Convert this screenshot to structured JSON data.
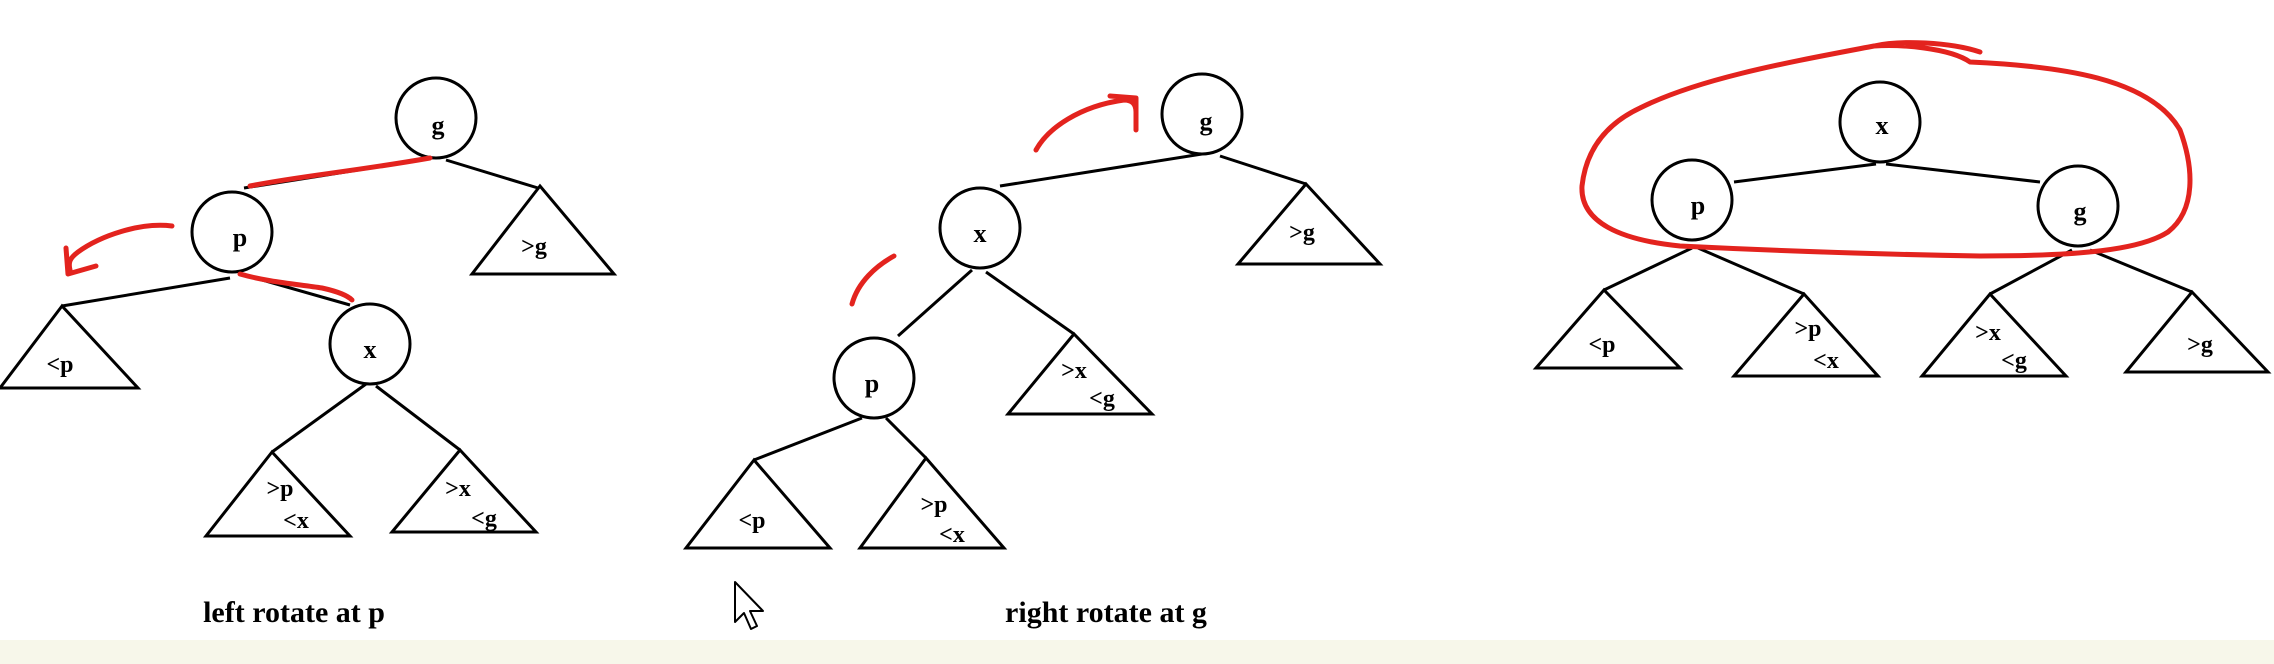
{
  "diagrams": {
    "left": {
      "caption": "left rotate at p",
      "nodes": {
        "g": "g",
        "p": "p",
        "x": "x"
      },
      "subtrees": {
        "t1": [
          "<p"
        ],
        "t2": [
          ">p",
          "<x"
        ],
        "t3": [
          ">x",
          "<g"
        ],
        "t4": [
          ">g"
        ]
      }
    },
    "middle": {
      "caption": "right rotate at g",
      "nodes": {
        "g": "g",
        "x": "x",
        "p": "p"
      },
      "subtrees": {
        "t1": [
          "<p"
        ],
        "t2": [
          ">p",
          "<x"
        ],
        "t3": [
          ">x",
          "<g"
        ],
        "t4": [
          ">g"
        ]
      }
    },
    "right": {
      "nodes": {
        "x": "x",
        "p": "p",
        "g": "g"
      },
      "subtrees": {
        "t1": [
          "<p"
        ],
        "t2": [
          ">p",
          "<x"
        ],
        "t3": [
          ">x",
          "<g"
        ],
        "t4": [
          ">g"
        ]
      }
    }
  },
  "colors": {
    "ink": "#e3231e",
    "line": "#000000",
    "background": "#ffffff"
  },
  "cursor": {
    "icon": "arrow-cursor-icon"
  }
}
